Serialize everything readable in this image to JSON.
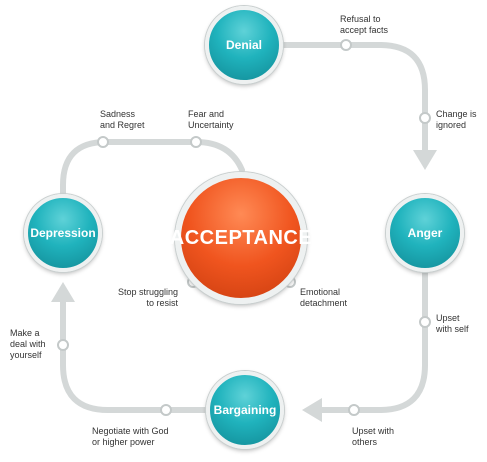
{
  "stages": {
    "denial": "Denial",
    "anger": "Anger",
    "bargaining": "Bargaining",
    "depression": "Depression",
    "acceptance": "ACCEPTANCE"
  },
  "notes": {
    "refusal": "Refusal to\naccept facts",
    "change": "Change is\nignored",
    "upset_self": "Upset\nwith self",
    "upset_others": "Upset with\nothers",
    "negotiate": "Negotiate with God\nor higher power",
    "deal": "Make a\ndeal with\nyourself",
    "sadness": "Sadness\nand Regret",
    "fear": "Fear and\nUncertainty",
    "stop": "Stop struggling\nto resist",
    "emotional": "Emotional\ndetachment"
  },
  "colors": {
    "track": "#d4d8d8",
    "teal": "#20b3bd",
    "orange": "#f0551f"
  },
  "icons": {
    "arrow_down": "arrow-down-icon",
    "arrow_left": "arrow-left-icon",
    "arrow_up": "arrow-up-icon"
  }
}
